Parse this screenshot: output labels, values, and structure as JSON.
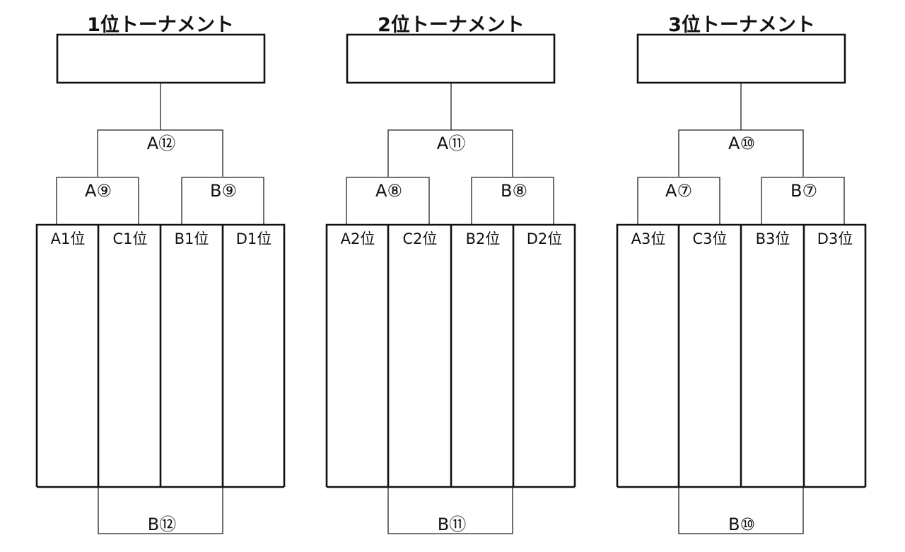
{
  "brackets": [
    {
      "title": "1位トーナメント",
      "final_top": "A⑫",
      "semi_left": "A⑨",
      "semi_right": "B⑨",
      "slots": [
        "A1位",
        "C1位",
        "B1位",
        "D1位"
      ],
      "final_bottom": "B⑫"
    },
    {
      "title": "2位トーナメント",
      "final_top": "A⑪",
      "semi_left": "A⑧",
      "semi_right": "B⑧",
      "slots": [
        "A2位",
        "C2位",
        "B2位",
        "D2位"
      ],
      "final_bottom": "B⑪"
    },
    {
      "title": "3位トーナメント",
      "final_top": "A⑩",
      "semi_left": "A⑦",
      "semi_right": "B⑦",
      "slots": [
        "A3位",
        "C3位",
        "B3位",
        "D3位"
      ],
      "final_bottom": "B⑩"
    }
  ]
}
